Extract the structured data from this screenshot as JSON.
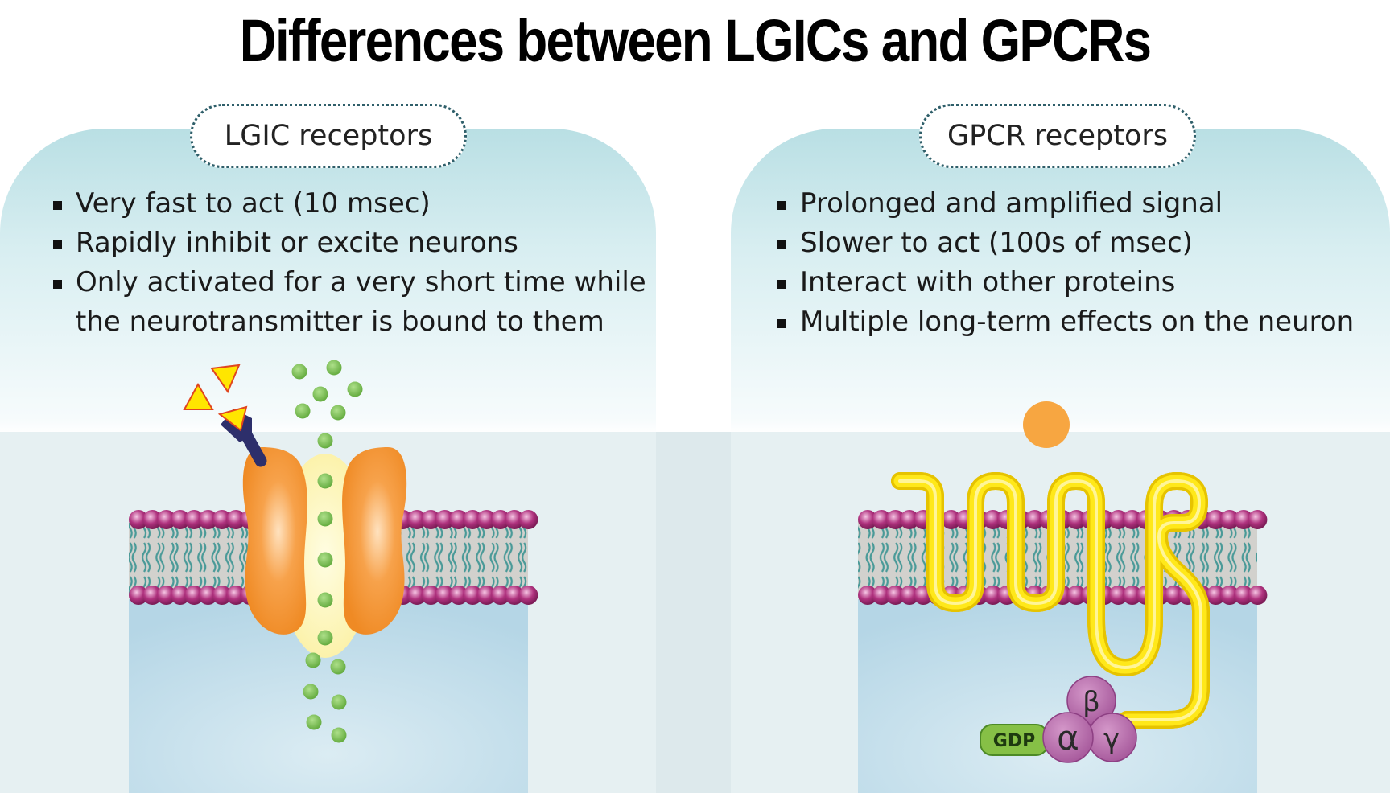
{
  "title": "Differences between LGICs and GPCRs",
  "left": {
    "heading": "LGIC receptors",
    "bullets": [
      "Very fast to act (10 msec)",
      "Rapidly inhibit or excite neurons",
      "Only activated for a very short time while the neurotransmitter is bound to them"
    ]
  },
  "right": {
    "heading": "GPCR receptors",
    "bullets": [
      "Prolonged and amplified signal",
      "Slower to act (100s of msec)",
      "Interact with other proteins",
      "Multiple long-term effects on the neuron"
    ],
    "gprotein": {
      "gdp": "GDP",
      "alpha": "α",
      "beta": "β",
      "gamma": "γ"
    }
  },
  "colors": {
    "lipid_head": "#b0337f",
    "channel": "#f28f2c",
    "ligand_dots": "#7cc24e",
    "gpcr_chain": "#ffe300",
    "gpcr_ligand": "#f7a641",
    "g_protein": "#b36aa9",
    "gdp": "#86c046",
    "drug_triangle": "#ffe600"
  }
}
